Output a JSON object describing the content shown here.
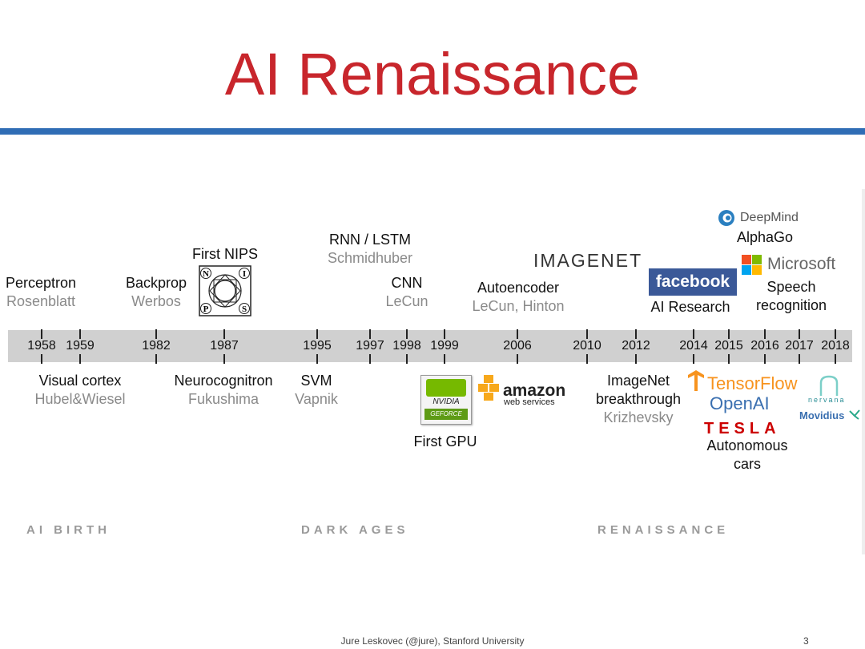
{
  "title": "AI Renaissance",
  "years": [
    "1958",
    "1959",
    "1982",
    "1987",
    "1995",
    "1997",
    "1998",
    "1999",
    "2006",
    "2010",
    "2012",
    "2014",
    "2015",
    "2016",
    "2017",
    "2018"
  ],
  "above": {
    "perceptron": {
      "main": "Perceptron",
      "sub": "Rosenblatt"
    },
    "backprop": {
      "main": "Backprop",
      "sub": "Werbos"
    },
    "first_nips": "First NIPS",
    "nips_letters": [
      "N",
      "I",
      "P",
      "S"
    ],
    "rnn": {
      "main": "RNN / LSTM",
      "sub": "Schmidhuber"
    },
    "cnn": {
      "main": "CNN",
      "sub": "LeCun"
    },
    "autoencoder": {
      "main": "Autoencoder",
      "sub": "LeCun, Hinton"
    },
    "imagenet_logo": "IMAGENET",
    "facebook": {
      "logo": "facebook",
      "main": "AI Research"
    },
    "deepmind": {
      "logo": "DeepMind",
      "main": "AlphaGo"
    },
    "microsoft": {
      "logo": "Microsoft",
      "main1": "Speech",
      "main2": "recognition"
    }
  },
  "below": {
    "visual_cortex": {
      "main": "Visual cortex",
      "sub": "Hubel&Wiesel"
    },
    "neocognitron": {
      "main": "Neurocognitron",
      "sub": "Fukushima"
    },
    "svm": {
      "main": "SVM",
      "sub": "Vapnik"
    },
    "first_gpu": "First GPU",
    "nvidia_logo": "NVIDIA",
    "geforce_logo": "GEFORCE",
    "amazon_logo": "amazon",
    "amazon_sub": "web services",
    "imagenet_break": {
      "main1": "ImageNet",
      "main2": "breakthrough",
      "sub": "Krizhevsky"
    },
    "tensorflow": "TensorFlow",
    "openai": "OpenAI",
    "tesla": "TESLA",
    "autonomous1": "Autonomous",
    "autonomous2": "cars",
    "nervana": "nervana",
    "movidius": "Movidius"
  },
  "eras": [
    "AI BIRTH",
    "DARK AGES",
    "RENAISSANCE"
  ],
  "footer": "Jure Leskovec (@jure), Stanford University",
  "page_number": "3",
  "colors": {
    "title": "#c8262c",
    "rule": "#2f6db5",
    "band": "#d0d0d0",
    "facebook": "#3b5998",
    "tesla": "#cc0000",
    "tensorflow": "#f7931e",
    "openai": "#3a6fb0"
  }
}
